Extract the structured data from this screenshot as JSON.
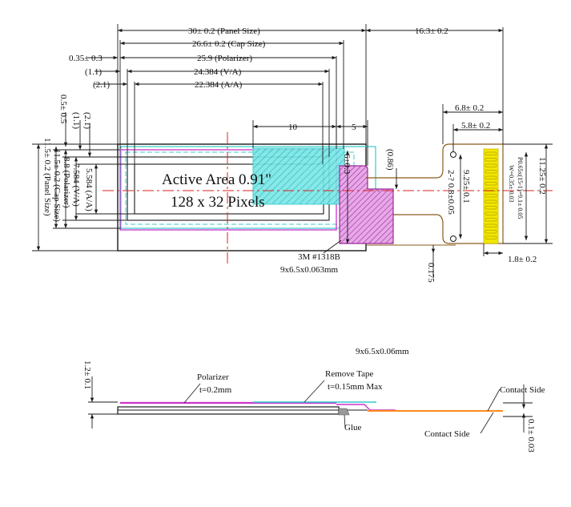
{
  "dimensions": {
    "panel_size": "30± 0.2 (Panel Size)",
    "cap_size": "26.6± 0.2 (Cap Size)",
    "offset_035": "0.35± 0.3",
    "polarizer_w": "25.9 (Polarizer)",
    "offset_11": "(1.1)",
    "va_w": "24.384 (V/A)",
    "offset_21": "(2.1)",
    "aa_w": "22.384 (A/A)",
    "fpc_len": "16.3± 0.2",
    "ten": "10",
    "five": "5",
    "fpc_68": "6.8± 0.2",
    "fpc_58": "5.8± 0.2",
    "panel_h": "11.5± 0.2 (Panel Size)",
    "cap_h": "11.5± 0.2 (Cap Size)",
    "pol_h": "8.8 (Polarizer)",
    "va_h": "7.584 (V/A)",
    "aa_h": "5.584 (A/A)",
    "v_05": "0.5± 0.5",
    "v_11": "(1.1)",
    "v_21": "(2.1)",
    "v_6": "6±0.3",
    "v_086": "(0.86)",
    "hole_22": "2-? 0.8±0.05",
    "v_925": "9.25± 0.1",
    "v_1125": "11.25± 0.2",
    "pin_pitch": "P0.65x(15-1)=9.1± 0.05",
    "pin_w": "W=0.35± 0.03",
    "fpc_18": "1.8± 0.2",
    "v_0175": "0.175",
    "v_12": "1.2± 0.1",
    "v_01": "0.1± 0.03"
  },
  "labels": {
    "active_area_line1": "Active Area 0.91\"",
    "active_area_line2": "128 x 32 Pixels",
    "tape_name": "3M #1318B",
    "tape_size": "9x6.5x0.063mm",
    "tape_size_side": "9x6.5x0.06mm",
    "polarizer": "Polarizer",
    "polarizer_t": "t=0.2mm",
    "remove_tape": "Remove Tape",
    "remove_tape_t": "t=0.15mm Max",
    "glue": "Glue",
    "contact_side_right": "Contact Side",
    "contact_side_left": "Contact Side"
  },
  "colors": {
    "line": "#1a1a1a",
    "magenta": "#cc33cc",
    "cyan": "#33cccc",
    "cyan_fill": "#55dddd",
    "red": "#dd2222",
    "orange": "#ff8c1a",
    "yellow": "#f2e600",
    "tape": "#cc66cc",
    "gray": "#888888"
  }
}
